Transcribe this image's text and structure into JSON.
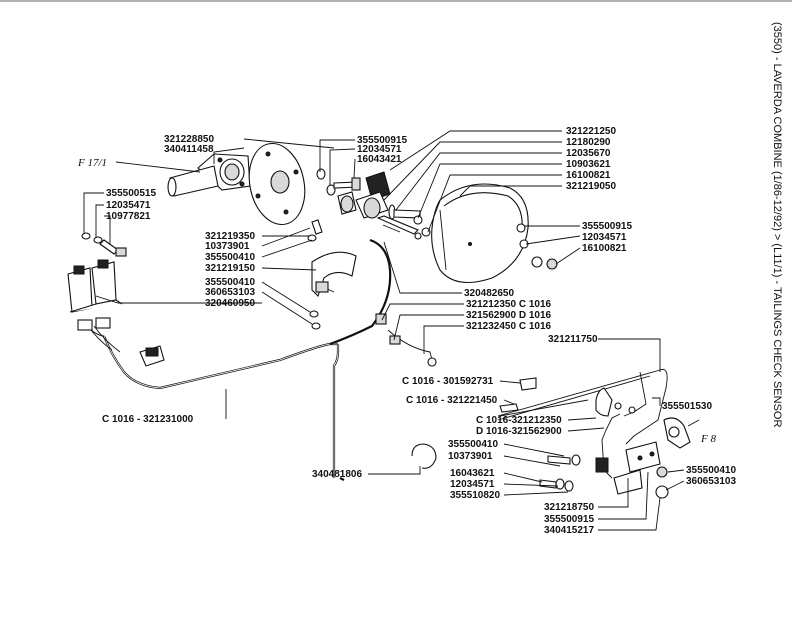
{
  "doc": {
    "side_title": "(3550) - LAVERDA COMBINE (1/86-12/92) > (L11/1) - TAILINGS CHECK SENSOR"
  },
  "refs": {
    "f17": "F 17/1",
    "f8": "F 8"
  },
  "labels": {
    "l321228850": "321228850",
    "l340411458": "340411458",
    "l355500915a": "355500915",
    "l12034571a": "12034571",
    "l16043421": "16043421",
    "l321221250": "321221250",
    "l12180290": "12180290",
    "l12035670": "12035670",
    "l10903621": "10903621",
    "l16100821a": "16100821",
    "l321219050": "321219050",
    "l355500515": "355500515",
    "l12035471": "12035471",
    "l10977821": "10977821",
    "l321219350": "321219350",
    "l10373901a": "10373901",
    "l355500410a": "355500410",
    "l321219150": "321219150",
    "l355500410b": "355500410",
    "l360653103a": "360653103",
    "l320460950": "320460950",
    "l355500915b": "355500915",
    "l12034571b": "12034571",
    "l16100821b": "16100821",
    "l320482650": "320482650",
    "l321212350": "321212350 C 1016",
    "l321562900": "321562900 D 1016",
    "l321232450": "321232450 C 1016",
    "l321211750": "321211750",
    "lc301592731": "C 1016 - 301592731",
    "lc321221450": "C 1016 - 321221450",
    "lc321212350": "C 1016-321212350",
    "ld321562900": "D 1016-321562900",
    "l355501530": "355501530",
    "l321231000": "C 1016 - 321231000",
    "l355500410c": "355500410",
    "l10373901b": "10373901",
    "l340481806": "340481806",
    "l16043621": "16043621",
    "l12034571c": "12034571",
    "l355510820": "355510820",
    "l321218750": "321218750",
    "l355500915c": "355500915",
    "l340415217": "340415217",
    "l355500410d": "355500410",
    "l360653103b": "360653103"
  }
}
